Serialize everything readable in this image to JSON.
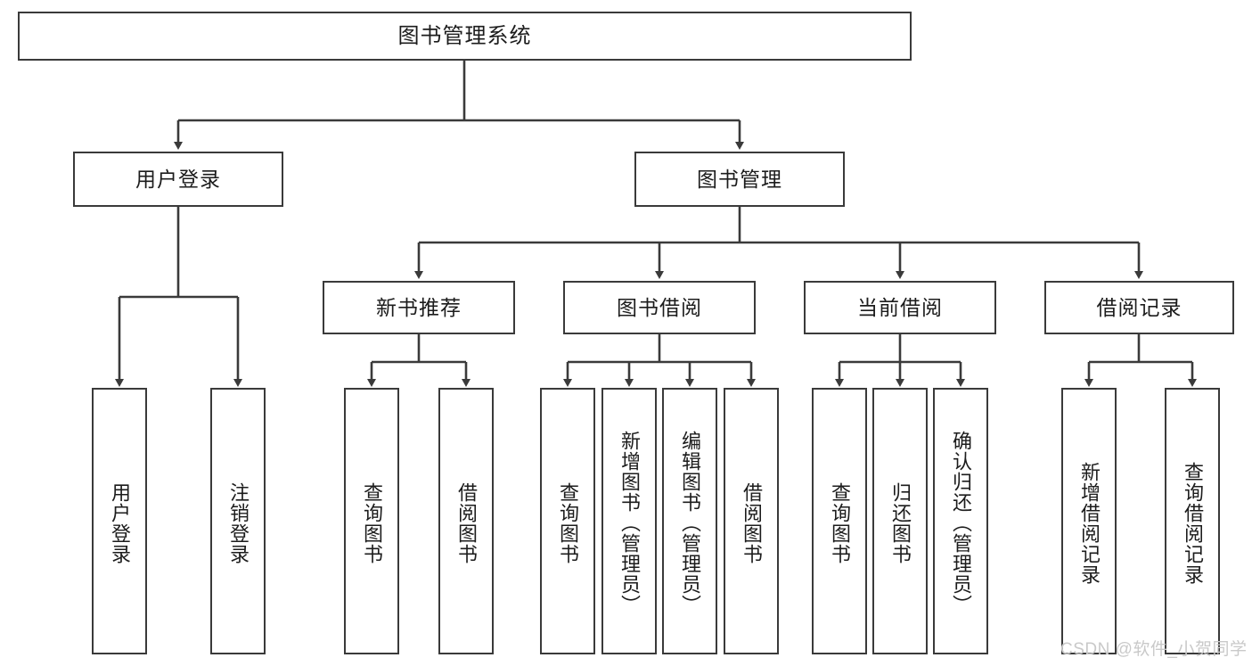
{
  "diagram": {
    "title": "图书管理系统",
    "type": "tree-hierarchy",
    "theme": {
      "stroke": "#3a3a3a",
      "fill": "#ffffff",
      "text": "#1c1c1c",
      "watermark_color": "#c9c9c9"
    }
  },
  "nodes": {
    "root": {
      "label": "图书管理系统"
    },
    "level2": [
      {
        "id": "user-login",
        "label": "用户登录"
      },
      {
        "id": "book-manage",
        "label": "图书管理"
      }
    ],
    "level3": [
      {
        "id": "new-book-recommend",
        "label": "新书推荐"
      },
      {
        "id": "book-borrow",
        "label": "图书借阅"
      },
      {
        "id": "current-borrow",
        "label": "当前借阅"
      },
      {
        "id": "borrow-record",
        "label": "借阅记录"
      }
    ],
    "leaves": {
      "user_login": [
        {
          "id": "leaf-user-login",
          "label": "用户登录"
        },
        {
          "id": "leaf-logout",
          "label": "注销登录"
        }
      ],
      "new_book_recommend": [
        {
          "id": "leaf-query-book-1",
          "label": "查询图书"
        },
        {
          "id": "leaf-borrow-book-1",
          "label": "借阅图书"
        }
      ],
      "book_borrow": [
        {
          "id": "leaf-query-book-2",
          "label": "查询图书"
        },
        {
          "id": "leaf-add-book",
          "label": "新增图书（管理员）"
        },
        {
          "id": "leaf-edit-book",
          "label": "编辑图书（管理员）"
        },
        {
          "id": "leaf-borrow-book-2",
          "label": "借阅图书"
        }
      ],
      "current_borrow": [
        {
          "id": "leaf-query-book-3",
          "label": "查询图书"
        },
        {
          "id": "leaf-return-book",
          "label": "归还图书"
        },
        {
          "id": "leaf-confirm-return",
          "label": "确认归还（管理员）"
        }
      ],
      "borrow_record": [
        {
          "id": "leaf-add-record",
          "label": "新增借阅记录"
        },
        {
          "id": "leaf-query-record",
          "label": "查询借阅记录"
        }
      ]
    }
  },
  "watermark": {
    "text": "CSDN @软件_小贺同学"
  }
}
